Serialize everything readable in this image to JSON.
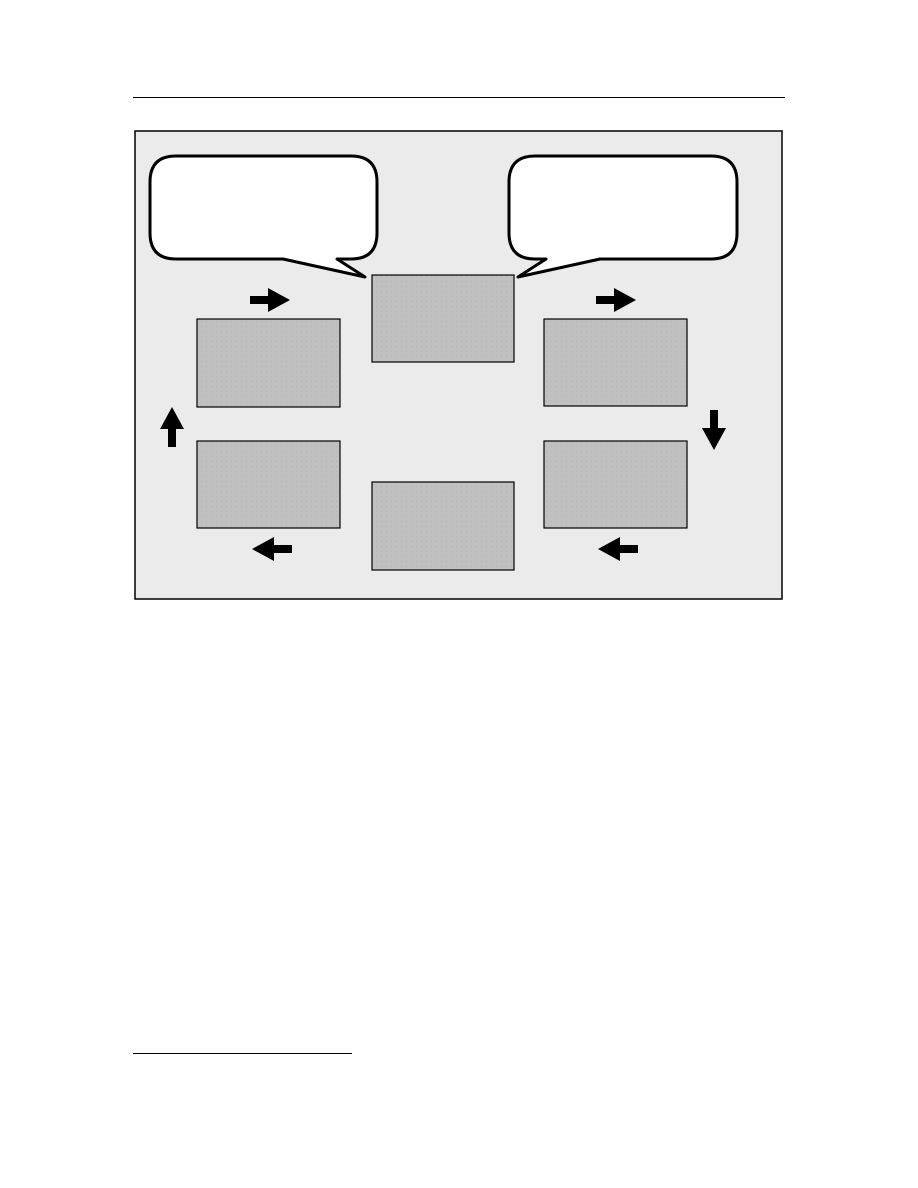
{
  "colors": {
    "page_background": "#ffffff",
    "diagram_background": "#ebebeb",
    "box_fill": "#c0c0c0",
    "bubble_fill": "#ffffff",
    "stroke": "#000000"
  },
  "diagram": {
    "bubbles": [
      {
        "tail_target": "box-top-center"
      },
      {
        "tail_target": "box-top-center"
      }
    ],
    "boxes": [
      "top-center",
      "left-top",
      "right-top",
      "left-bottom",
      "right-bottom",
      "bottom-center"
    ],
    "arrows": [
      "right",
      "right",
      "down",
      "left",
      "left",
      "up"
    ]
  }
}
